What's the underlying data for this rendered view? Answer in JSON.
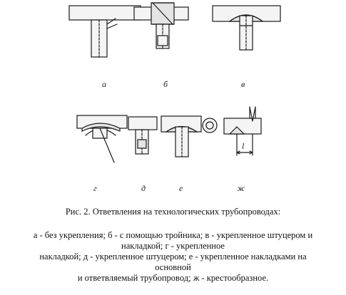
{
  "figure": {
    "labels": {
      "a": "а",
      "b": "б",
      "v": "в",
      "g": "г",
      "d": "д",
      "e": "е",
      "zh": "ж"
    },
    "dimension_label": "l"
  },
  "caption": {
    "title": "Рис. 2. Ответвления на технологических трубопроводах:",
    "lines": [
      "а - без укрепления; б - с помощью тройника; в - укрепленное штуцером и",
      "накладкой; г - укрепленное",
      "накладкой; д - укрепленное штуцером; е - укрепленное накладками на",
      "основной",
      "и ответвляемый трубопровод; ж - крестообразное."
    ]
  }
}
